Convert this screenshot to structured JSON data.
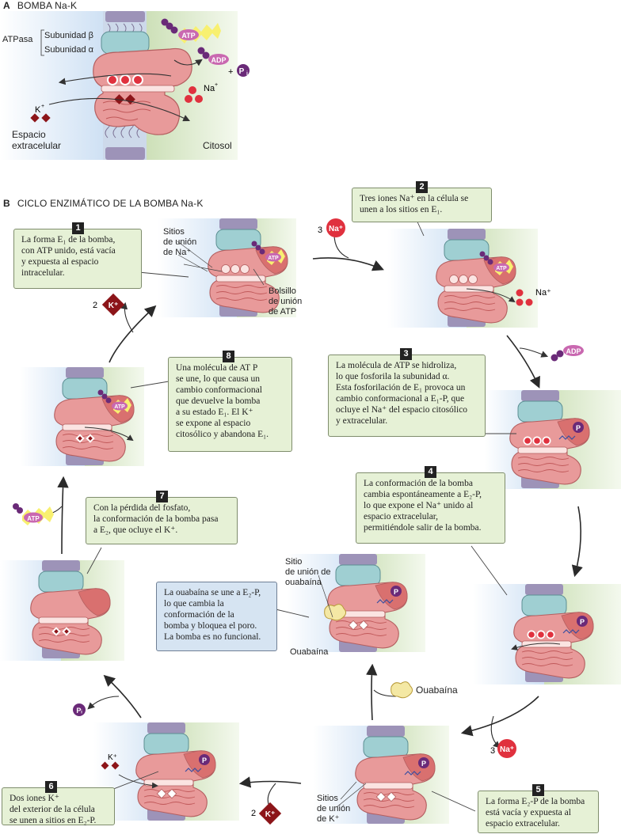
{
  "colors": {
    "extracellular": "#d8e7f5",
    "cytosol": "#dce9cc",
    "membrane_head": "#9d93b8",
    "pump_alpha": "#e89a9a",
    "pump_alpha_dark": "#d9706f",
    "subunit_beta": "#9fcfd2",
    "sodium": "#e0313e",
    "potassium": "#8c1519",
    "phosphate": "#6a2a78",
    "atp_fill": "#c968b0",
    "callout_green": "#e6f1d6",
    "callout_blue": "#d6e4f2"
  },
  "section_a": {
    "letter": "A",
    "title": "BOMBA Na-K",
    "atpasa": "ATPasa",
    "subunit_beta": "Subunidad β",
    "subunit_alpha": "Subunidad α",
    "atp": "ATP",
    "adp": "ADP",
    "pi": "P",
    "pi_sub": "i",
    "plus": "+",
    "na": "Na",
    "na_sup": "+",
    "k": "K",
    "k_sup": "+",
    "extracellular": "Espacio\nextracelular",
    "cytosol": "Citosol"
  },
  "section_b": {
    "letter": "B",
    "title": "CICLO ENZIMÁTICO DE LA BOMBA Na-K"
  },
  "steps": [
    {
      "num": "1",
      "text": "La forma E₁ de la bomba,\ncon ATP unido, está vacía\ny expuesta al espacio\nintracelular."
    },
    {
      "num": "2",
      "text": "Tres iones Na⁺ en la célula se\nunen a los sitios en E₁."
    },
    {
      "num": "3",
      "text": "La molécula de ATP se hidroliza,\nlo que fosforila la subunidad α.\nEsta fosforilación de E₁ provoca un\ncambio conformacional a E₁-P, que\nocluye el Na⁺ del espacio citosólico\ny extracelular."
    },
    {
      "num": "4",
      "text": "La conformación de la bomba\ncambia espontáneamente a E₂-P,\nlo que expone el Na⁺ unido al\nespacio extracelular,\npermitiéndole salir de la bomba."
    },
    {
      "num": "5",
      "text": "La forma E₂-P de la bomba\nestá vacía y expuesta al\nespacio extracelular."
    },
    {
      "num": "6",
      "text": "Dos iones K⁺\ndel exterior de la célula\nse unen a sitios en E₂-P."
    },
    {
      "num": "7",
      "text": "Con la pérdida del fosfato,\nla conformación de la bomba pasa\na E₂, que ocluye el K⁺."
    },
    {
      "num": "8",
      "text": "Una molécula de AT P\nse une, lo que causa un\ncambio conformacional\nque devuelve la bomba\na su estado E₁. El K⁺\nse expone al espacio\ncitosólico y abandona E₁."
    }
  ],
  "ouabain_box": "La ouabaína se une a E₂-P,\nlo que cambia la\nconformación de la\nbomba y bloquea el poro.\nLa bomba es no funcional.",
  "labels": {
    "sitios_na": "Sitios\nde unión\nde Na⁺",
    "bolsillo_atp": "Bolsillo\nde unión\nde ATP",
    "sitio_ouabaina": "Sitio\nde unión de\nouabaína",
    "ouabaina_bound": "Ouabaína",
    "ouabaina_free": "Ouabaína",
    "sitios_k": "Sitios\nde unión\nde K⁺",
    "three_na_in": "3",
    "three_na_out": "3",
    "two_k_in": "2",
    "two_k_out": "2",
    "na_ion": "Na⁺",
    "k_ion": "K⁺",
    "atp": "ATP",
    "adp": "ADP",
    "p": "P",
    "pi": "Pᵢ",
    "na_small": "Na⁺",
    "k_small": "K⁺"
  }
}
